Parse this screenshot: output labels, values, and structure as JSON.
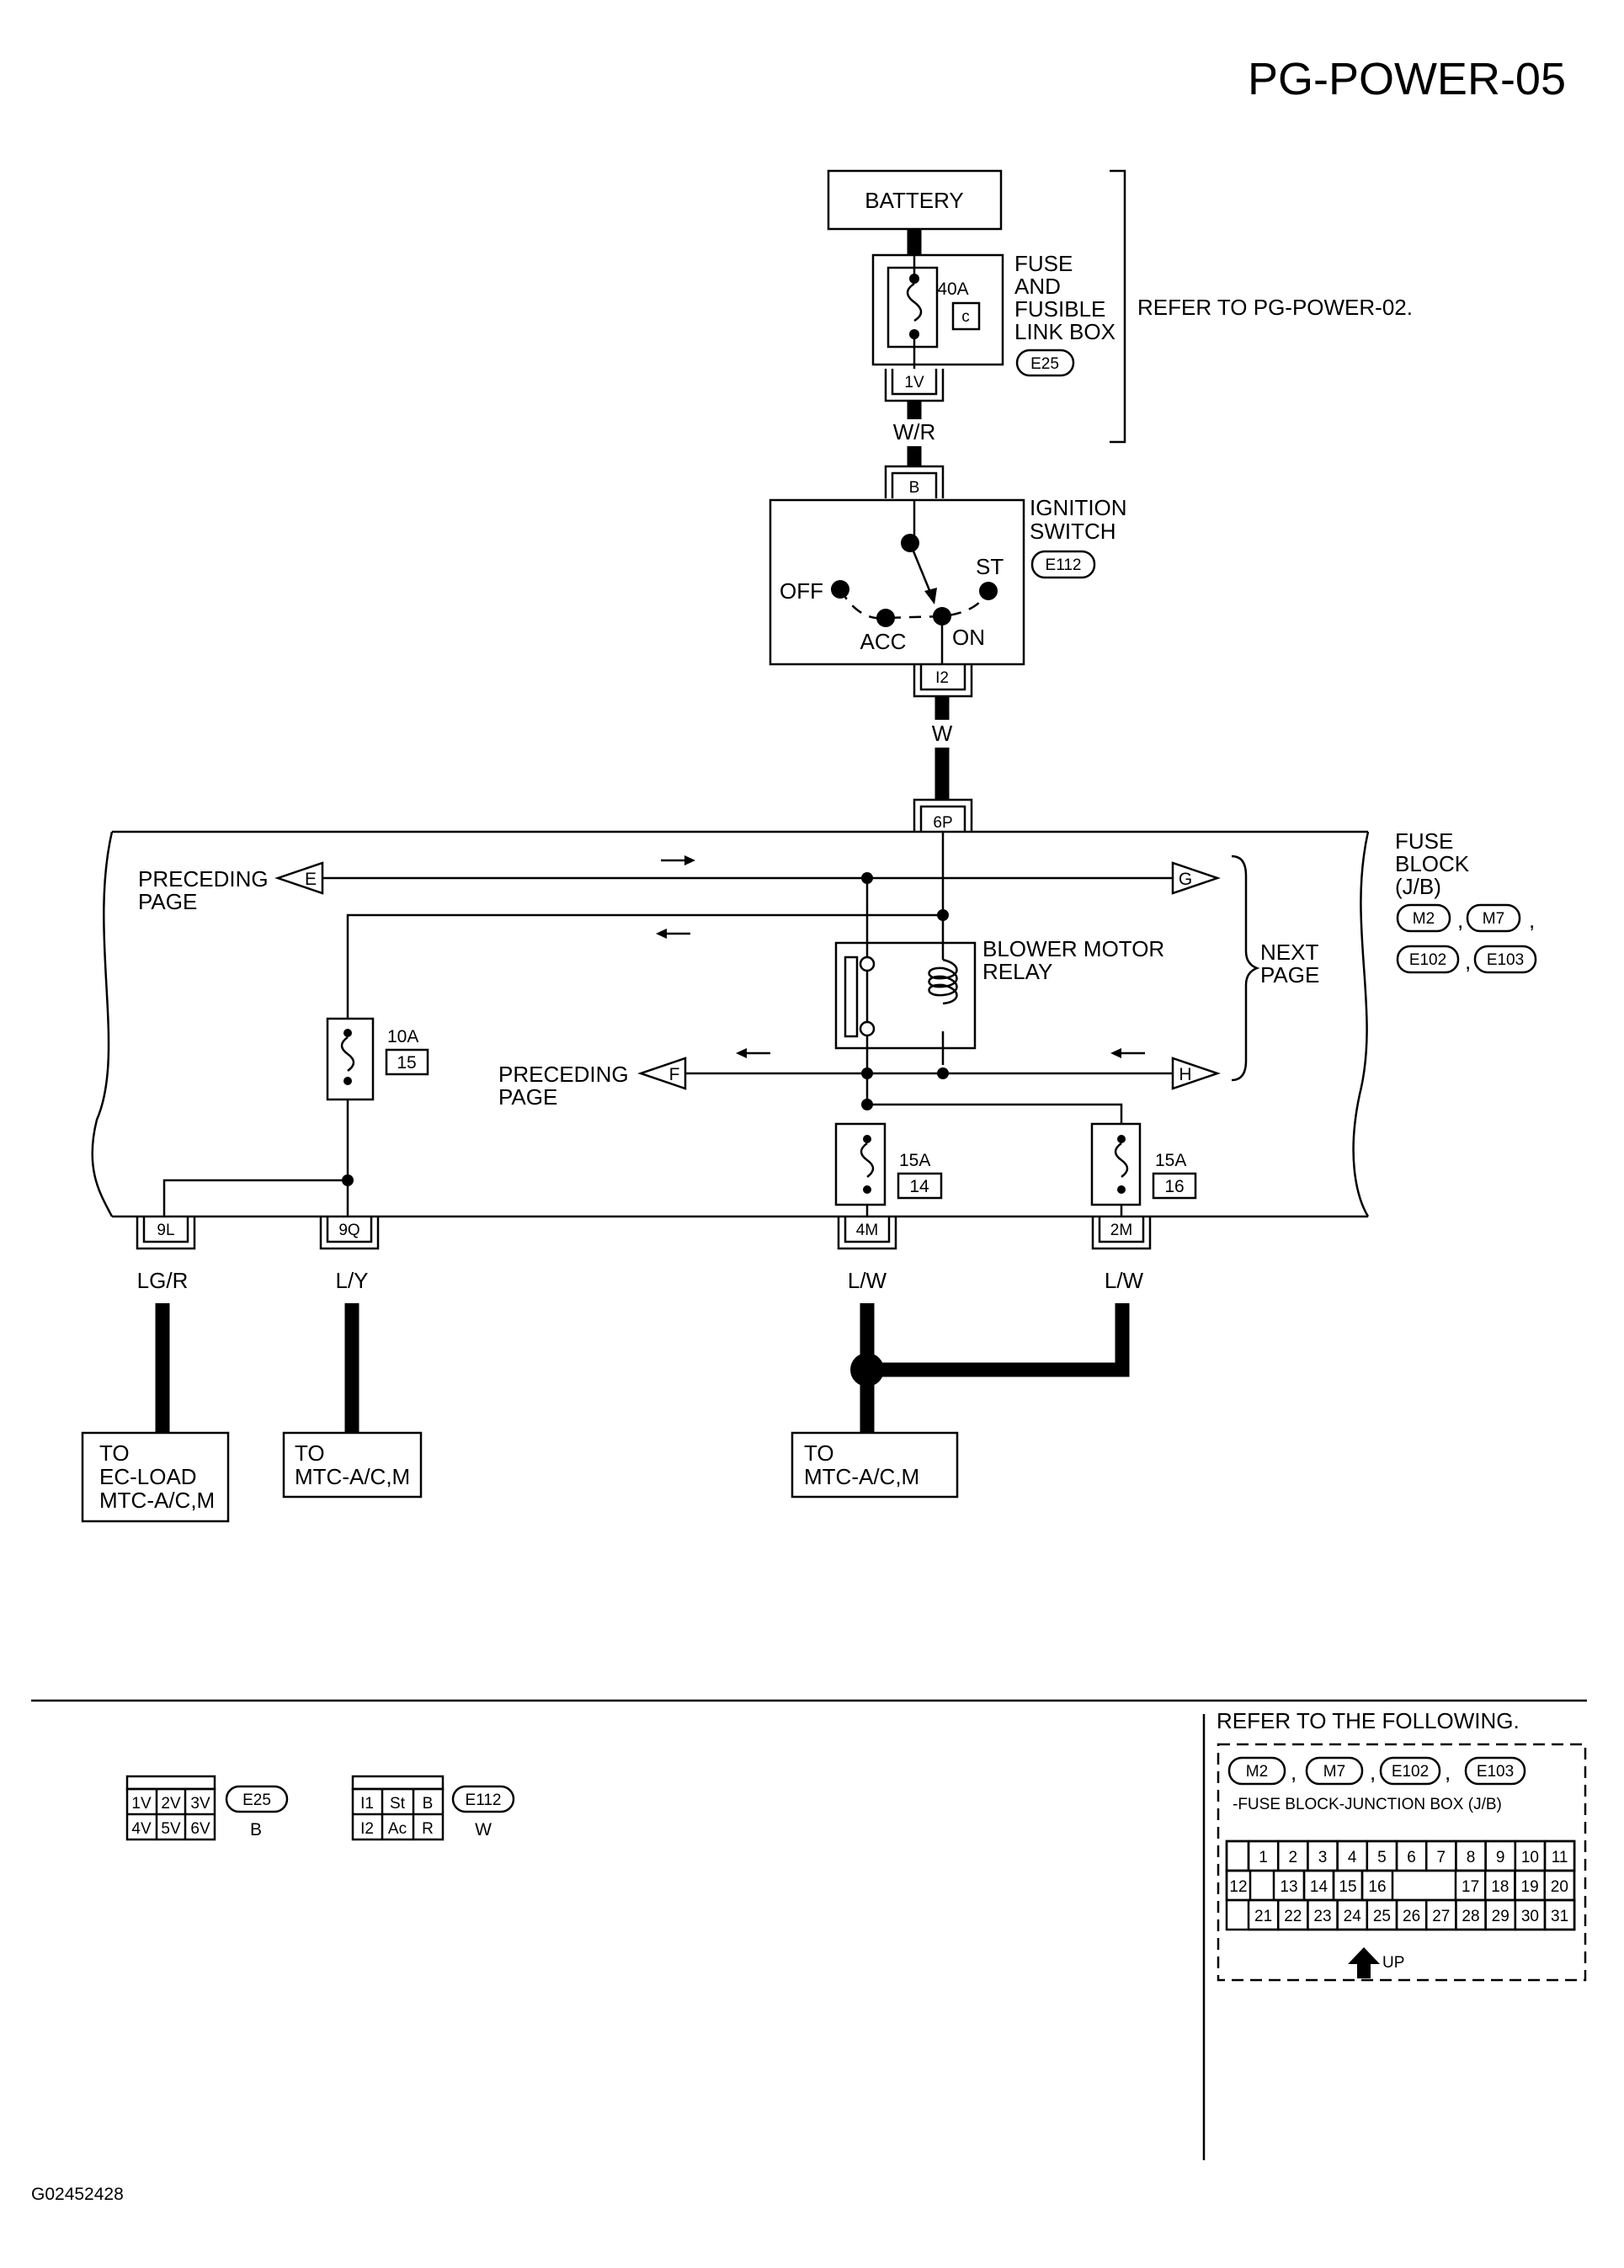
{
  "page_id": "PG-POWER-05",
  "figure_id": "G02452428",
  "battery": {
    "label": "BATTERY"
  },
  "fuse_link_box": {
    "label_lines": [
      "FUSE",
      "AND",
      "FUSIBLE",
      "LINK BOX"
    ],
    "connector": "E25",
    "fuse_rating": "40A",
    "fuse_id": "c",
    "terminal": "1V",
    "refer_note": "REFER TO PG-POWER-02."
  },
  "wires": {
    "battery_to_switch": "W/R",
    "switch_to_fuse_block": "W",
    "out_9l": "LG/R",
    "out_9q": "L/Y",
    "out_4m": "L/W",
    "out_2m": "L/W"
  },
  "ignition_switch": {
    "label_lines": [
      "IGNITION",
      "SWITCH"
    ],
    "connector": "E112",
    "input_terminal": "B",
    "output_terminal": "I2",
    "positions": {
      "off": "OFF",
      "acc": "ACC",
      "on": "ON",
      "st": "ST"
    }
  },
  "fuse_block": {
    "label_lines": [
      "FUSE",
      "BLOCK",
      "(J/B)"
    ],
    "connectors": [
      "M2",
      "M7",
      "E102",
      "E103"
    ],
    "input_terminal": "6P",
    "output_terminals": [
      "9L",
      "9Q",
      "4M",
      "2M"
    ],
    "relay_lines": [
      "BLOWER MOTOR",
      "RELAY"
    ],
    "fuses": [
      {
        "rating": "10A",
        "number": "15"
      },
      {
        "rating": "15A",
        "number": "14"
      },
      {
        "rating": "15A",
        "number": "16"
      }
    ],
    "page_refs": {
      "preceding": [
        "PRECEDING",
        "PAGE"
      ],
      "next": [
        "NEXT",
        "PAGE"
      ],
      "letters": [
        "E",
        "F",
        "G",
        "H"
      ]
    }
  },
  "destinations": [
    {
      "lines": [
        "TO",
        "EC-LOAD",
        "MTC-A/C,M"
      ]
    },
    {
      "lines": [
        "TO",
        "MTC-A/C,M"
      ]
    },
    {
      "lines": [
        "TO",
        "MTC-A/C,M"
      ]
    }
  ],
  "connector_views": [
    {
      "code": "E25",
      "color": "B",
      "rows": [
        [
          "1V",
          "2V",
          "3V"
        ],
        [
          "4V",
          "5V",
          "6V"
        ]
      ]
    },
    {
      "code": "E112",
      "color": "W",
      "rows": [
        [
          "I1",
          "St",
          "B"
        ],
        [
          "I2",
          "Ac",
          "R"
        ]
      ]
    }
  ],
  "refer_panel": {
    "title": "REFER TO THE FOLLOWING.",
    "codes": [
      "M2",
      "M7",
      "E102",
      "E103"
    ],
    "subtitle": "-FUSE BLOCK-JUNCTION BOX (J/B)",
    "row1": [
      "1",
      "2",
      "3",
      "4",
      "5",
      "6",
      "7",
      "8",
      "9",
      "10",
      "11"
    ],
    "row2_left": [
      "12",
      "",
      "13",
      "14",
      "15",
      "16"
    ],
    "row2_right": [
      "17",
      "18",
      "19",
      "20"
    ],
    "row3": [
      "21",
      "22",
      "23",
      "24",
      "25",
      "26",
      "27",
      "28",
      "29",
      "30",
      "31"
    ],
    "up_label": "UP"
  }
}
